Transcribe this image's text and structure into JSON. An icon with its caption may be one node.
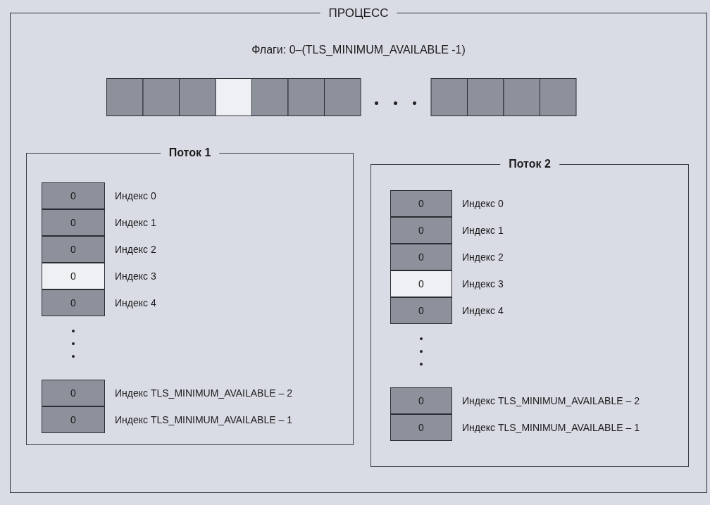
{
  "diagram": {
    "nodes": [
      {
        "text": [
          "ПРОЦЕСС",
          "Флаги: 0–(TLS_MINIMUM_AVAILABLE -1)"
        ]
      },
      {
        "text": [
          "Поток 1"
        ],
        "in": 0
      },
      {
        "text": [
          "0"
        ],
        "in": 1,
        "beside": [
          "Индекс 0"
        ]
      },
      {
        "text": [
          "0"
        ],
        "in": 1,
        "beside": [
          "Индекс 1"
        ]
      },
      {
        "text": [
          "0"
        ],
        "in": 1,
        "beside": [
          "Индекс 2"
        ]
      },
      {
        "text": [
          "0"
        ],
        "in": 1,
        "beside": [
          "Индекс 3"
        ]
      },
      {
        "text": [
          "0"
        ],
        "in": 1,
        "beside": [
          "Индекс 4"
        ]
      },
      {
        "text": [
          "0"
        ],
        "in": 1,
        "beside": [
          "Индекс TLS_MINIMUM_AVAILABLE – 2"
        ]
      },
      {
        "text": [
          "0"
        ],
        "in": 1,
        "beside": [
          "Индекс TLS_MINIMUM_AVAILABLE – 1"
        ]
      },
      {
        "text": [
          "Поток 2"
        ],
        "in": 0
      },
      {
        "text": [
          "0"
        ],
        "in": 9,
        "beside": [
          "Индекс 0"
        ]
      },
      {
        "text": [
          "0"
        ],
        "in": 9,
        "beside": [
          "Индекс 1"
        ]
      },
      {
        "text": [
          "0"
        ],
        "in": 9,
        "beside": [
          "Индекс 2"
        ]
      },
      {
        "text": [
          "0"
        ],
        "in": 9,
        "beside": [
          "Индекс 3"
        ]
      },
      {
        "text": [
          "0"
        ],
        "in": 9,
        "beside": [
          "Индекс 4"
        ]
      },
      {
        "text": [
          "0"
        ],
        "in": 9,
        "beside": [
          "Индекс TLS_MINIMUM_AVAILABLE – 2"
        ]
      },
      {
        "text": [
          "0"
        ],
        "in": 9,
        "beside": [
          "Индекс TLS_MINIMUM_AVAILABLE – 1"
        ]
      }
    ],
    "edges": []
  }
}
